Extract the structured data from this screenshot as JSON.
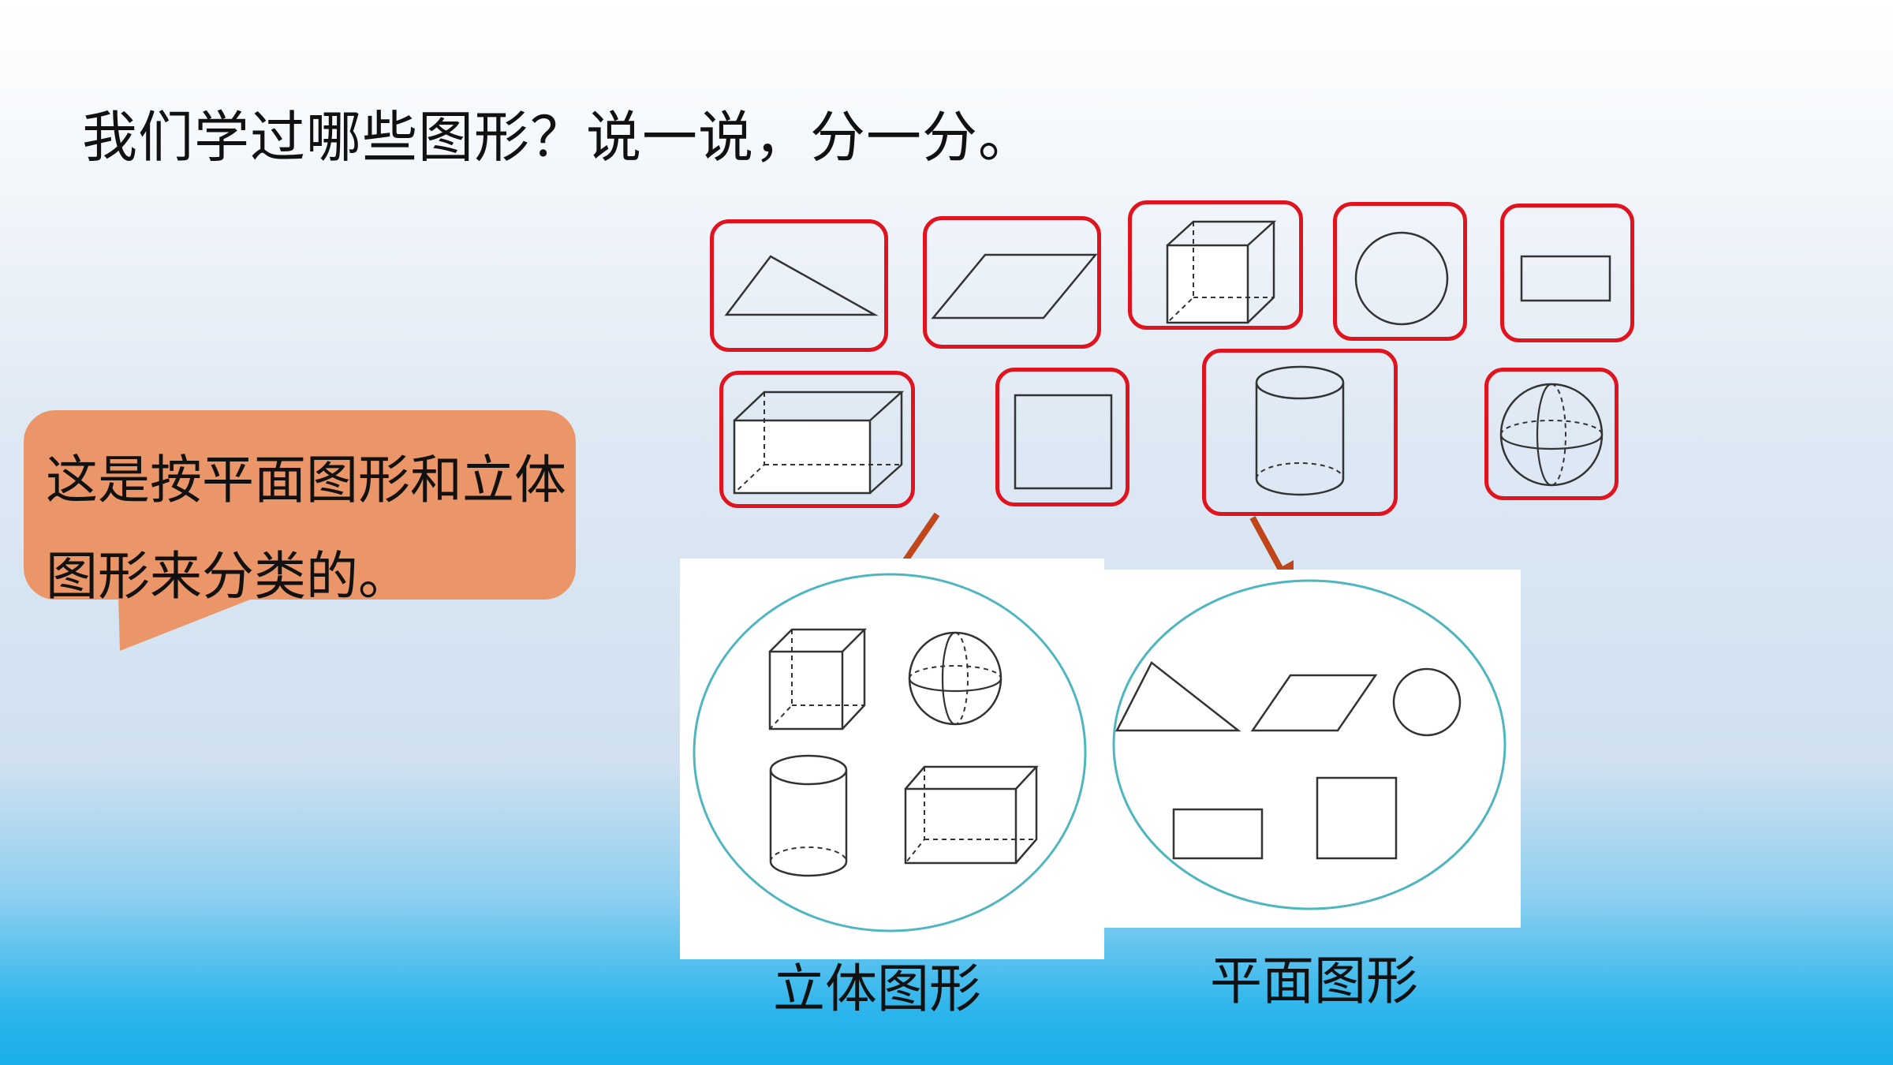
{
  "slide": {
    "title": "我们学过哪些图形？说一说，分一分。",
    "bubble_text": "这是按平面图形和立体图形来分类的。",
    "colors": {
      "frame_red": "#e0141e",
      "bubble_orange": "#ea9668",
      "circle_teal": "#4fb6c0",
      "arrow_brown": "#c0451a"
    },
    "shapes": [
      {
        "name": "triangle-icon"
      },
      {
        "name": "parallelogram-icon"
      },
      {
        "name": "cube-icon"
      },
      {
        "name": "circle-icon"
      },
      {
        "name": "rectangle-icon"
      },
      {
        "name": "cuboid-icon"
      },
      {
        "name": "square-icon"
      },
      {
        "name": "cylinder-icon"
      },
      {
        "name": "sphere-icon"
      }
    ],
    "groups": [
      {
        "label": "立体图形"
      },
      {
        "label": "平面图形"
      }
    ]
  }
}
